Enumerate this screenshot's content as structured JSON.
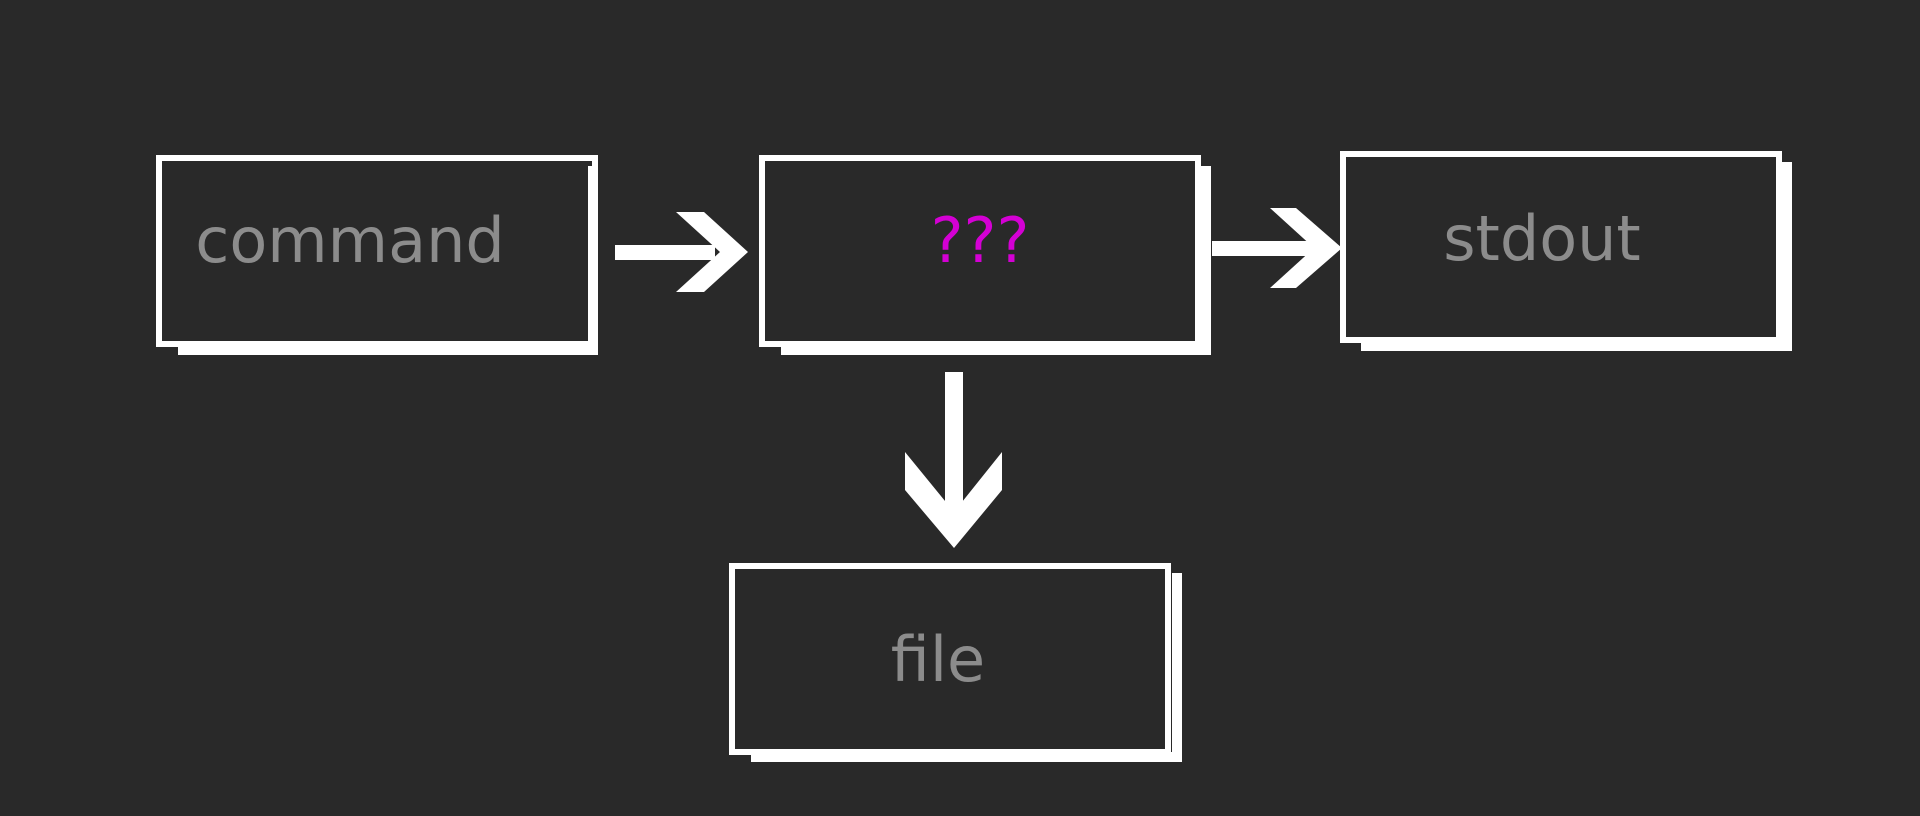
{
  "diagram": {
    "nodes": {
      "command": {
        "label": "command",
        "color": "#8c8c8c"
      },
      "unknown": {
        "label": "???",
        "color": "#d400d4"
      },
      "stdout": {
        "label": "stdout",
        "color": "#8c8c8c"
      },
      "file": {
        "label": "file",
        "color": "#8c8c8c"
      }
    },
    "edges": [
      {
        "from": "command",
        "to": "unknown"
      },
      {
        "from": "unknown",
        "to": "stdout"
      },
      {
        "from": "unknown",
        "to": "file"
      }
    ],
    "colors": {
      "background": "#292929",
      "stroke": "#ffffff"
    }
  }
}
